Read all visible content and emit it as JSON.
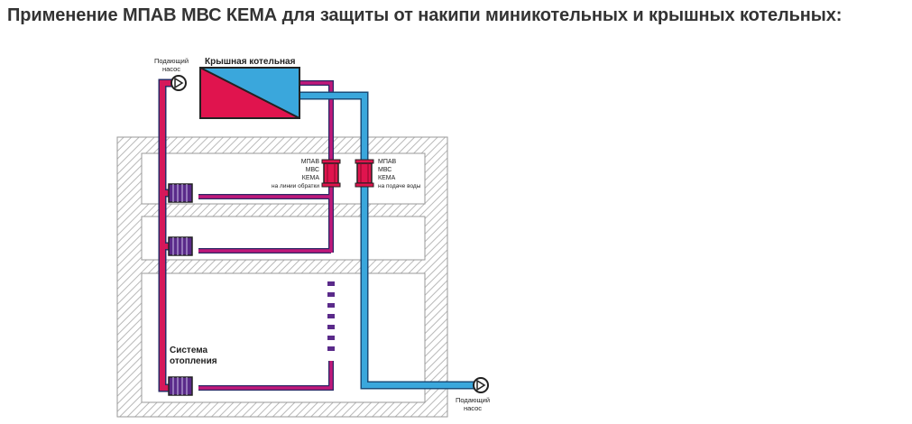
{
  "title": "Применение МПАВ МВС КЕМА для защиты от накипи миникотельных и крышных котельных:",
  "colors": {
    "supply_red": "#d5185a",
    "return_purple": "#6a3aa0",
    "cold_blue": "#3aa7dc",
    "hatch": "#b9b9b9",
    "device_red": "#e0144e"
  },
  "labels": {
    "pump_top": [
      "Подающий",
      "насос"
    ],
    "boiler": "Крышная котельная",
    "device_return": [
      "МПАВ",
      "МВС",
      "КЕМА",
      "на линии обратки"
    ],
    "device_supply": [
      "МПАВ",
      "МВС",
      "КЕМА",
      "на подаче воды"
    ],
    "heating_system": [
      "Система",
      "отопления"
    ],
    "pump_bottom": [
      "Подающий",
      "насос"
    ]
  }
}
